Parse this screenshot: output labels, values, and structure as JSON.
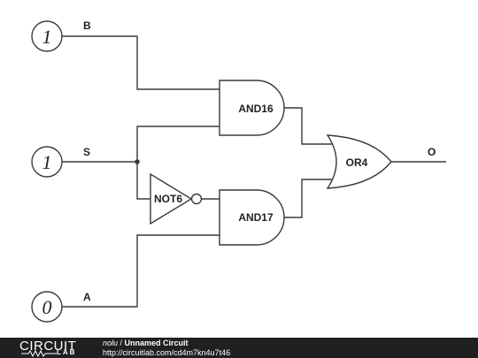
{
  "inputs": [
    {
      "id": "B",
      "value": "1",
      "label": "B"
    },
    {
      "id": "S",
      "value": "1",
      "label": "S"
    },
    {
      "id": "A",
      "value": "0",
      "label": "A"
    }
  ],
  "gates": {
    "and16": "AND16",
    "and17": "AND17",
    "not6": "NOT6",
    "or4": "OR4"
  },
  "output": {
    "label": "O"
  },
  "footer": {
    "logo_main": "CIRCUIT",
    "logo_sub": "LAB",
    "owner": "nolu",
    "separator": " / ",
    "title": "Unnamed Circuit",
    "url": "http://circuitlab.com/cd4m7kn4u7t46"
  },
  "colors": {
    "wire": "#3a3a3a",
    "footer_bg": "#202020"
  }
}
